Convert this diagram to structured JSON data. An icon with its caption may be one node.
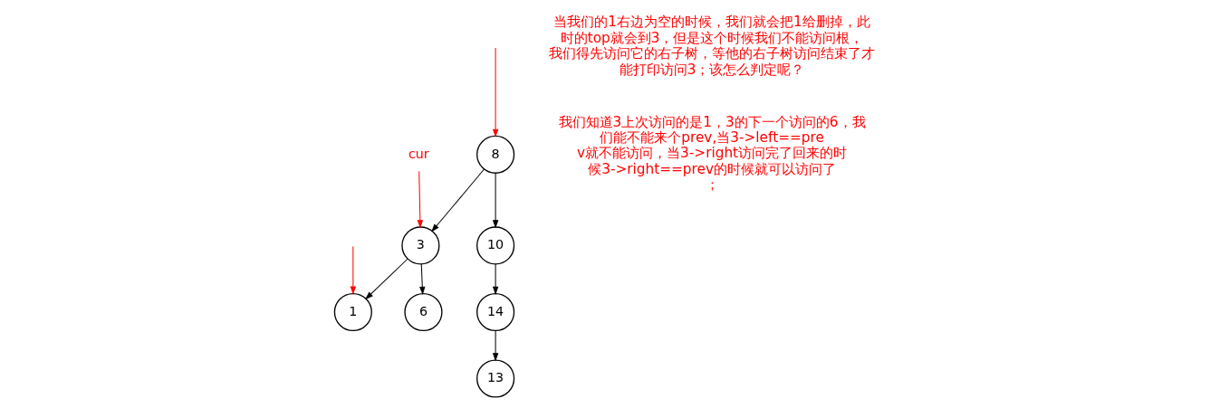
{
  "diagram": {
    "nodes": [
      {
        "text": [
          "8"
        ]
      },
      {
        "text": [
          "3"
        ]
      },
      {
        "text": [
          "10"
        ]
      },
      {
        "text": [
          "1"
        ]
      },
      {
        "text": [
          "6"
        ]
      },
      {
        "text": [
          "14"
        ]
      },
      {
        "text": [
          "13"
        ]
      },
      {
        "text": [
          "cur"
        ]
      }
    ],
    "edges": [
      {
        "from": 0,
        "to": 1,
        "arrow": "to"
      },
      {
        "from": 0,
        "to": 2,
        "arrow": "to"
      },
      {
        "from": 1,
        "to": 3,
        "arrow": "to"
      },
      {
        "from": 1,
        "to": 4,
        "arrow": "to"
      },
      {
        "from": 2,
        "to": 5,
        "arrow": "to"
      },
      {
        "from": 5,
        "to": 6,
        "arrow": "to"
      },
      {
        "from": null,
        "to": 0,
        "arrow": "to",
        "color": "#ff0000"
      },
      {
        "from": 7,
        "to": 1,
        "arrow": "to",
        "color": "#ff0000"
      },
      {
        "from": null,
        "to": 3,
        "arrow": "to",
        "color": "#ff0000"
      }
    ],
    "labels": [
      "当我们的1右边为空的时候，我们就会把1给删掉，此时的top就会到3，但是这个时候我们不能访问根，我们得先访问它的右子树，等他的右子树访问结束了才能打印访问3；该怎么判定呢？",
      "我们知道3上次访问的是1，3的下一个访问的6，我们能不能来个prev,当3->left==prev就不能访问，当3->right访问完了回来的时候3->right==prev的时候就可以访问了；"
    ]
  }
}
